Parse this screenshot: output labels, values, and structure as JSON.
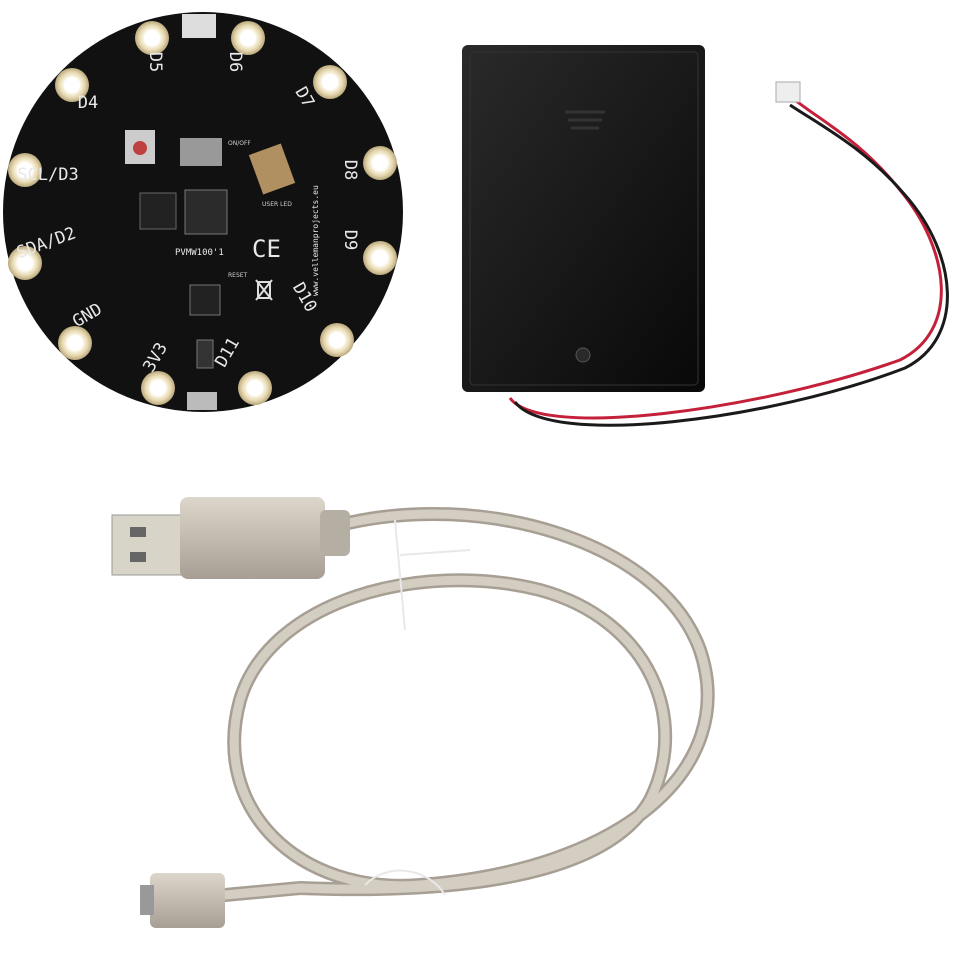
{
  "board": {
    "color": "#111111",
    "pad_color": "#f3ecd8",
    "pins": [
      "D5",
      "D6",
      "D7",
      "D8",
      "D9",
      "D10",
      "D11",
      "3V3",
      "GND",
      "SDA/D2",
      "SCL/D3",
      "D4"
    ],
    "model": "PVMW100'1",
    "url": "www.vellemanprojects.eu",
    "switch_label": "ON/OFF",
    "reset_label": "RESET",
    "led_label": "USER LED",
    "ce_mark": "CE"
  },
  "battery_box": {
    "color": "#141414"
  },
  "cable": {
    "color": "#cfc8bd",
    "wire_red": "#c4203a",
    "wire_black": "#1a1a1a"
  }
}
